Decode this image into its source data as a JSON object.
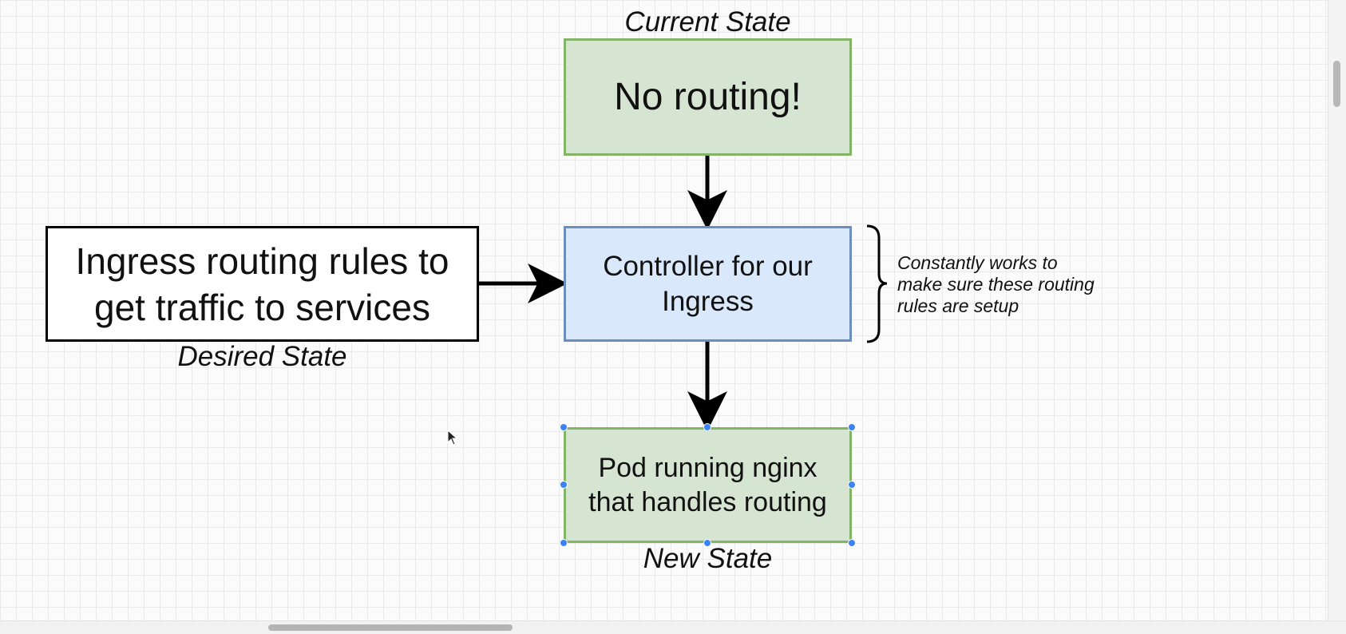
{
  "diagram": {
    "current_state": {
      "label": "Current State",
      "box_text": "No routing!"
    },
    "desired_state": {
      "label": "Desired State",
      "box_text": "Ingress routing rules to get traffic to services"
    },
    "controller": {
      "box_text": "Controller for our Ingress",
      "note": "Constantly works to\nmake sure these routing\nrules are setup"
    },
    "new_state": {
      "label": "New State",
      "box_text": "Pod running nginx that handles routing"
    }
  },
  "colors": {
    "green_fill": "#d6e5d2",
    "green_border": "#82b366",
    "blue_fill": "#dae8fc",
    "blue_border": "#6c8ebf",
    "selection_handle": "#3b82f6"
  }
}
